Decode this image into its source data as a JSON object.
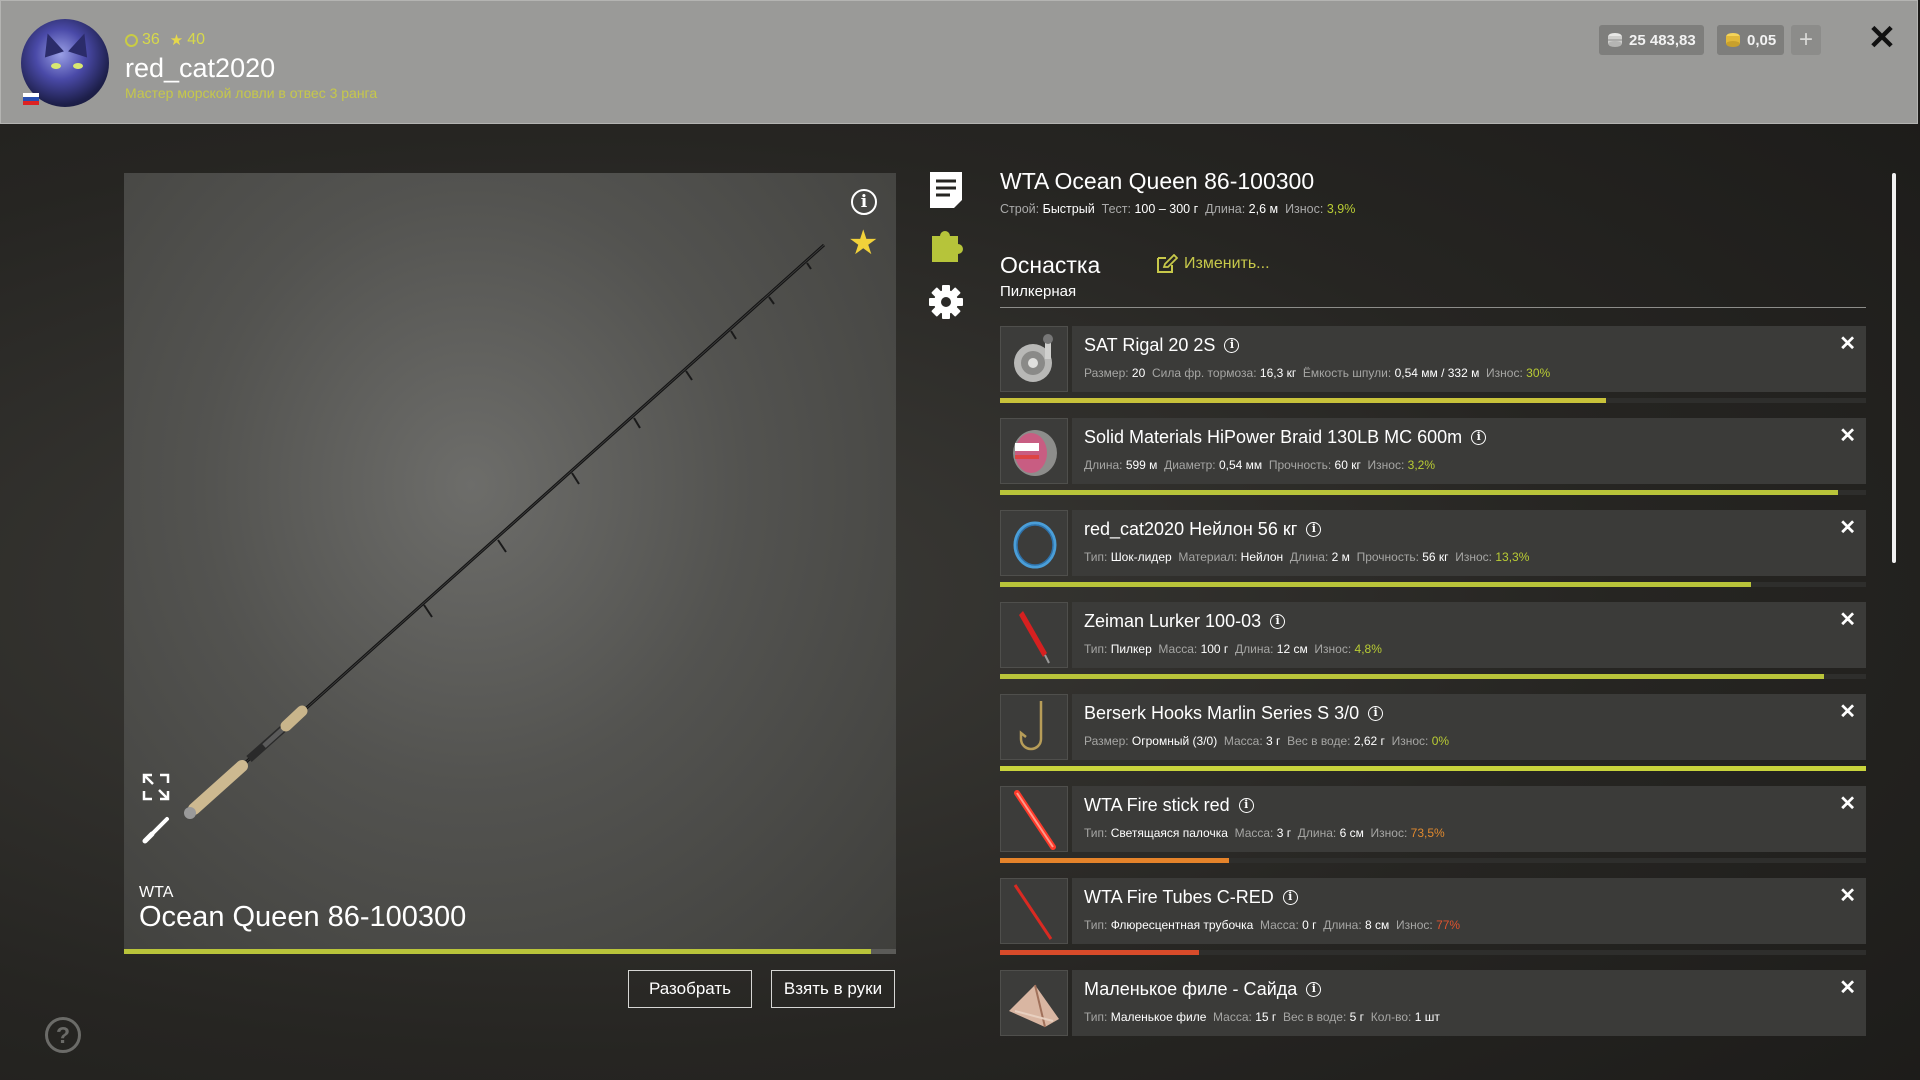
{
  "header": {
    "level": "36",
    "stars": "40",
    "username": "red_cat2020",
    "rank": "Мастер морской ловли в отвес 3 ранга",
    "silver": "25 483,83",
    "gold": "0,05",
    "plus": "+",
    "close": "✕"
  },
  "rod": {
    "brand": "WTA",
    "name": "Ocean Queen 86-100300",
    "condition_fraction": 0.967,
    "disassemble": "Разобрать",
    "take": "Взять в руки"
  },
  "details": {
    "title": "WTA Ocean Queen 86-100300",
    "stats": [
      {
        "label": "Строй:",
        "value": "Быстрый"
      },
      {
        "label": "Тест:",
        "value": "100 – 300 г"
      },
      {
        "label": "Длина:",
        "value": "2,6 м"
      },
      {
        "label": "Износ:",
        "value": "3,9%"
      }
    ],
    "rig_title": "Оснастка",
    "rig_type": "Пилкерная",
    "edit": "Изменить..."
  },
  "items": [
    {
      "name": "SAT Rigal 20 2S",
      "icon": "reel-icon",
      "stats": [
        [
          "Размер:",
          "20"
        ],
        [
          "Сила фр. тормоза:",
          "16,3 кг"
        ],
        [
          "Ёмкость шпули:",
          "0,54 мм / 332 м"
        ]
      ],
      "wear_label": "Износ:",
      "wear": "30%",
      "wear_color": "#b9cc34",
      "condition": 0.7,
      "bar_color": "#c8c23a"
    },
    {
      "name": "Solid Materials HiPower Braid 130LB MC 600m",
      "icon": "line-spool-icon",
      "stats": [
        [
          "Длина:",
          "599 м"
        ],
        [
          "Диаметр:",
          "0,54 мм"
        ],
        [
          "Прочность:",
          "60 кг"
        ]
      ],
      "wear_label": "Износ:",
      "wear": "3,2%",
      "wear_color": "#b9cc34",
      "condition": 0.968,
      "bar_color": "#b9c43a"
    },
    {
      "name": "red_cat2020 Нейлон 56 кг",
      "icon": "leader-coil-icon",
      "stats": [
        [
          "Тип:",
          "Шок-лидер"
        ],
        [
          "Материал:",
          "Нейлон"
        ],
        [
          "Длина:",
          "2 м"
        ],
        [
          "Прочность:",
          "56 кг"
        ]
      ],
      "wear_label": "Износ:",
      "wear": "13,3%",
      "wear_color": "#b9cc34",
      "condition": 0.867,
      "bar_color": "#b9c43a"
    },
    {
      "name": "Zeiman Lurker 100-03",
      "icon": "pilker-lure-icon",
      "stats": [
        [
          "Тип:",
          "Пилкер"
        ],
        [
          "Масса:",
          "100 г"
        ],
        [
          "Длина:",
          "12 см"
        ]
      ],
      "wear_label": "Износ:",
      "wear": "4,8%",
      "wear_color": "#b9cc34",
      "condition": 0.952,
      "bar_color": "#b9c43a"
    },
    {
      "name": "Berserk Hooks Marlin Series S 3/0",
      "icon": "hook-icon",
      "stats": [
        [
          "Размер:",
          "Огромный (3/0)"
        ],
        [
          "Масса:",
          "3 г"
        ],
        [
          "Вес в воде:",
          "2,62 г"
        ]
      ],
      "wear_label": "Износ:",
      "wear": "0%",
      "wear_color": "#b9cc34",
      "condition": 1.0,
      "bar_color": "#c9d43c"
    },
    {
      "name": "WTA Fire stick red",
      "icon": "glow-stick-icon",
      "stats": [
        [
          "Тип:",
          "Светящаяся палочка"
        ],
        [
          "Масса:",
          "3 г"
        ],
        [
          "Длина:",
          "6 см"
        ]
      ],
      "wear_label": "Износ:",
      "wear": "73,5%",
      "wear_color": "#e0892e",
      "condition": 0.265,
      "bar_color": "#e5832a"
    },
    {
      "name": "WTA Fire Tubes C-RED",
      "icon": "fluorescent-tube-icon",
      "stats": [
        [
          "Тип:",
          "Флюресцентная трубочка"
        ],
        [
          "Масса:",
          "0 г"
        ],
        [
          "Длина:",
          "8 см"
        ]
      ],
      "wear_label": "Износ:",
      "wear": "77%",
      "wear_color": "#e0532e",
      "condition": 0.23,
      "bar_color": "#d84b2a"
    },
    {
      "name": "Маленькое филе - Сайда",
      "icon": "fish-fillet-icon",
      "stats": [
        [
          "Тип:",
          "Маленькое филе"
        ],
        [
          "Масса:",
          "15 г"
        ],
        [
          "Вес в воде:",
          "5 г"
        ],
        [
          "Кол-во:",
          "1 шт"
        ]
      ],
      "wear_label": "",
      "wear": "",
      "wear_color": "#b9cc34",
      "condition": null,
      "bar_color": ""
    }
  ]
}
